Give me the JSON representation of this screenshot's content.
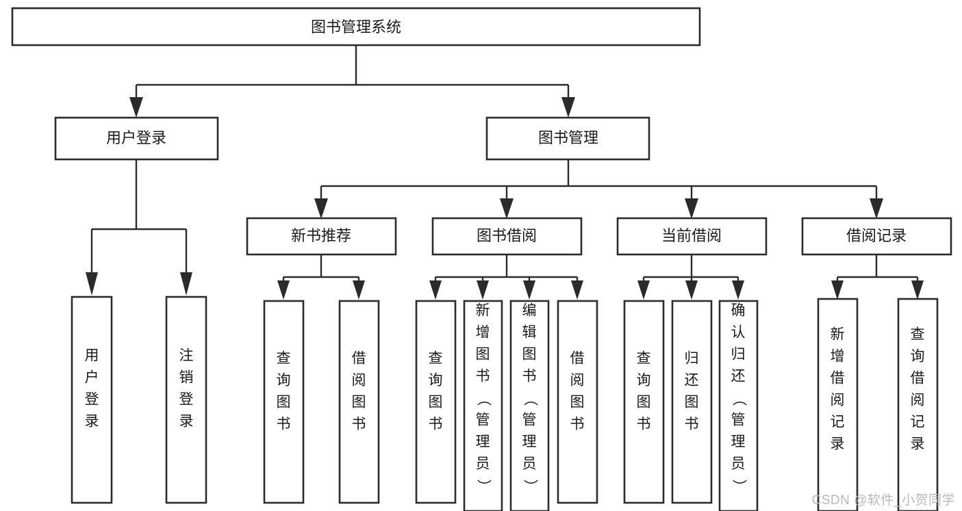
{
  "diagram": {
    "type": "tree-hierarchy-chart",
    "title": "图书管理系统",
    "watermark": "CSDN @软件_小贺同学",
    "colors": {
      "box_stroke": "#2b2b2b",
      "box_fill": "#ffffff",
      "text": "#1a1a1a",
      "background": "#ffffff",
      "watermark": "#b9b9b9"
    },
    "root": {
      "label": "图书管理系统",
      "orientation": "horizontal"
    },
    "level2": [
      {
        "label": "用户登录",
        "orientation": "horizontal"
      },
      {
        "label": "图书管理",
        "orientation": "horizontal"
      }
    ],
    "level3": [
      {
        "label": "新书推荐",
        "orientation": "horizontal",
        "parent": "图书管理"
      },
      {
        "label": "图书借阅",
        "orientation": "horizontal",
        "parent": "图书管理"
      },
      {
        "label": "当前借阅",
        "orientation": "horizontal",
        "parent": "图书管理"
      },
      {
        "label": "借阅记录",
        "orientation": "horizontal",
        "parent": "图书管理"
      }
    ],
    "leaves": {
      "用户登录": [
        {
          "label": "用户登录",
          "orientation": "vertical"
        },
        {
          "label": "注销登录",
          "orientation": "vertical"
        }
      ],
      "新书推荐": [
        {
          "label": "查询图书",
          "orientation": "vertical"
        },
        {
          "label": "借阅图书",
          "orientation": "vertical"
        }
      ],
      "图书借阅": [
        {
          "label": "查询图书",
          "orientation": "vertical"
        },
        {
          "label": "新增图书（管理员）",
          "orientation": "vertical"
        },
        {
          "label": "编辑图书（管理员）",
          "orientation": "vertical"
        },
        {
          "label": "借阅图书",
          "orientation": "vertical"
        }
      ],
      "当前借阅": [
        {
          "label": "查询图书",
          "orientation": "vertical"
        },
        {
          "label": "归还图书",
          "orientation": "vertical"
        },
        {
          "label": "确认归还（管理员）",
          "orientation": "vertical"
        }
      ],
      "借阅记录": [
        {
          "label": "新增借阅记录",
          "orientation": "vertical"
        },
        {
          "label": "查询借阅记录",
          "orientation": "vertical"
        }
      ]
    }
  }
}
